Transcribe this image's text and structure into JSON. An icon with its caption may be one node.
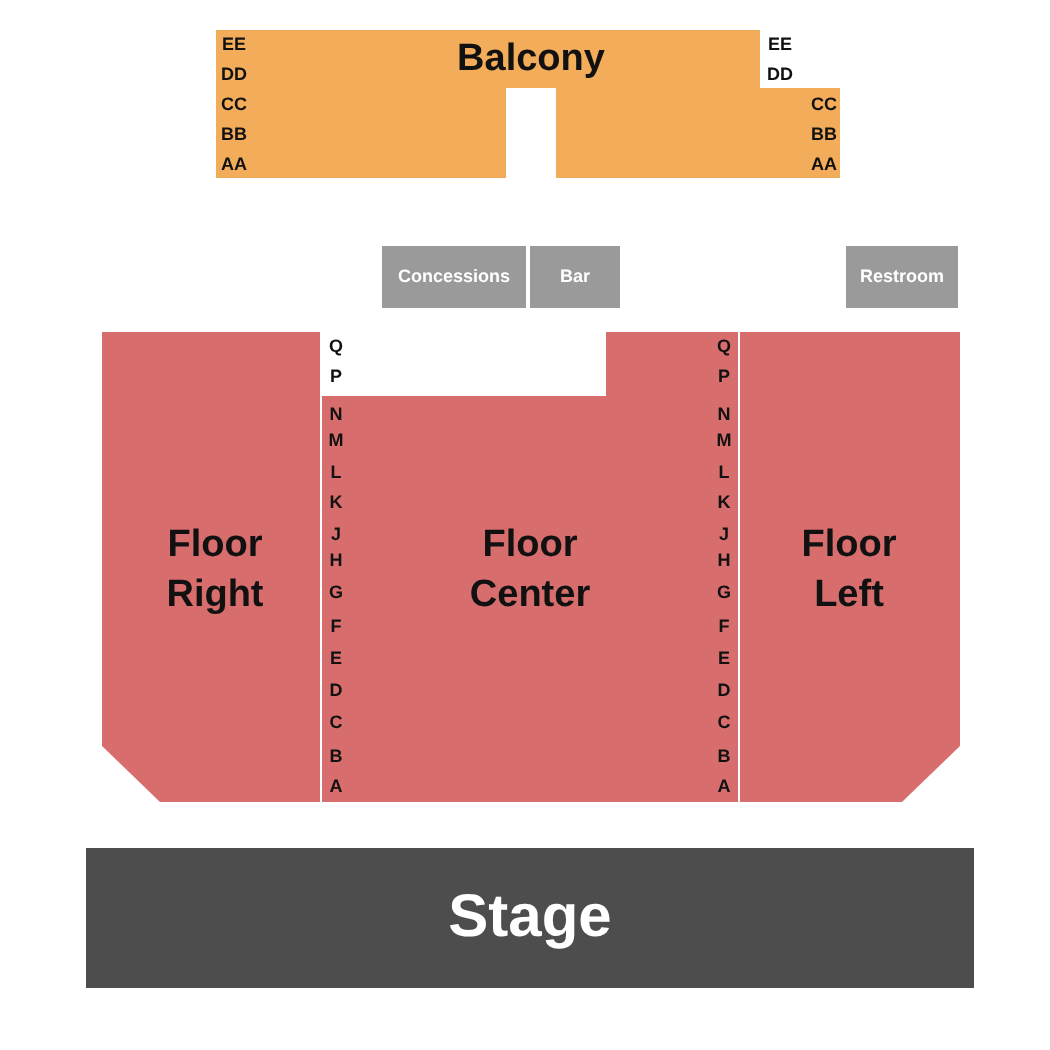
{
  "diagram": {
    "nodes": [
      {
        "text": [
          "Balcony"
        ]
      },
      {
        "text": [
          "Concessions"
        ]
      },
      {
        "text": [
          "Bar"
        ]
      },
      {
        "text": [
          "Restroom"
        ]
      },
      {
        "text": [
          "Floor Right"
        ]
      },
      {
        "text": [
          "Floor Center"
        ]
      },
      {
        "text": [
          "Floor Left"
        ]
      },
      {
        "text": [
          "Stage"
        ]
      }
    ],
    "labels": [
      "EE",
      "DD",
      "CC",
      "BB",
      "AA",
      "EE",
      "DD",
      "CC",
      "BB",
      "AA",
      "Q",
      "P",
      "N",
      "M",
      "L",
      "K",
      "J",
      "H",
      "G",
      "F",
      "E",
      "D",
      "C",
      "B",
      "A",
      "Q",
      "P",
      "N",
      "M",
      "L",
      "K",
      "J",
      "H",
      "G",
      "F",
      "E",
      "D",
      "C",
      "B",
      "A"
    ]
  }
}
